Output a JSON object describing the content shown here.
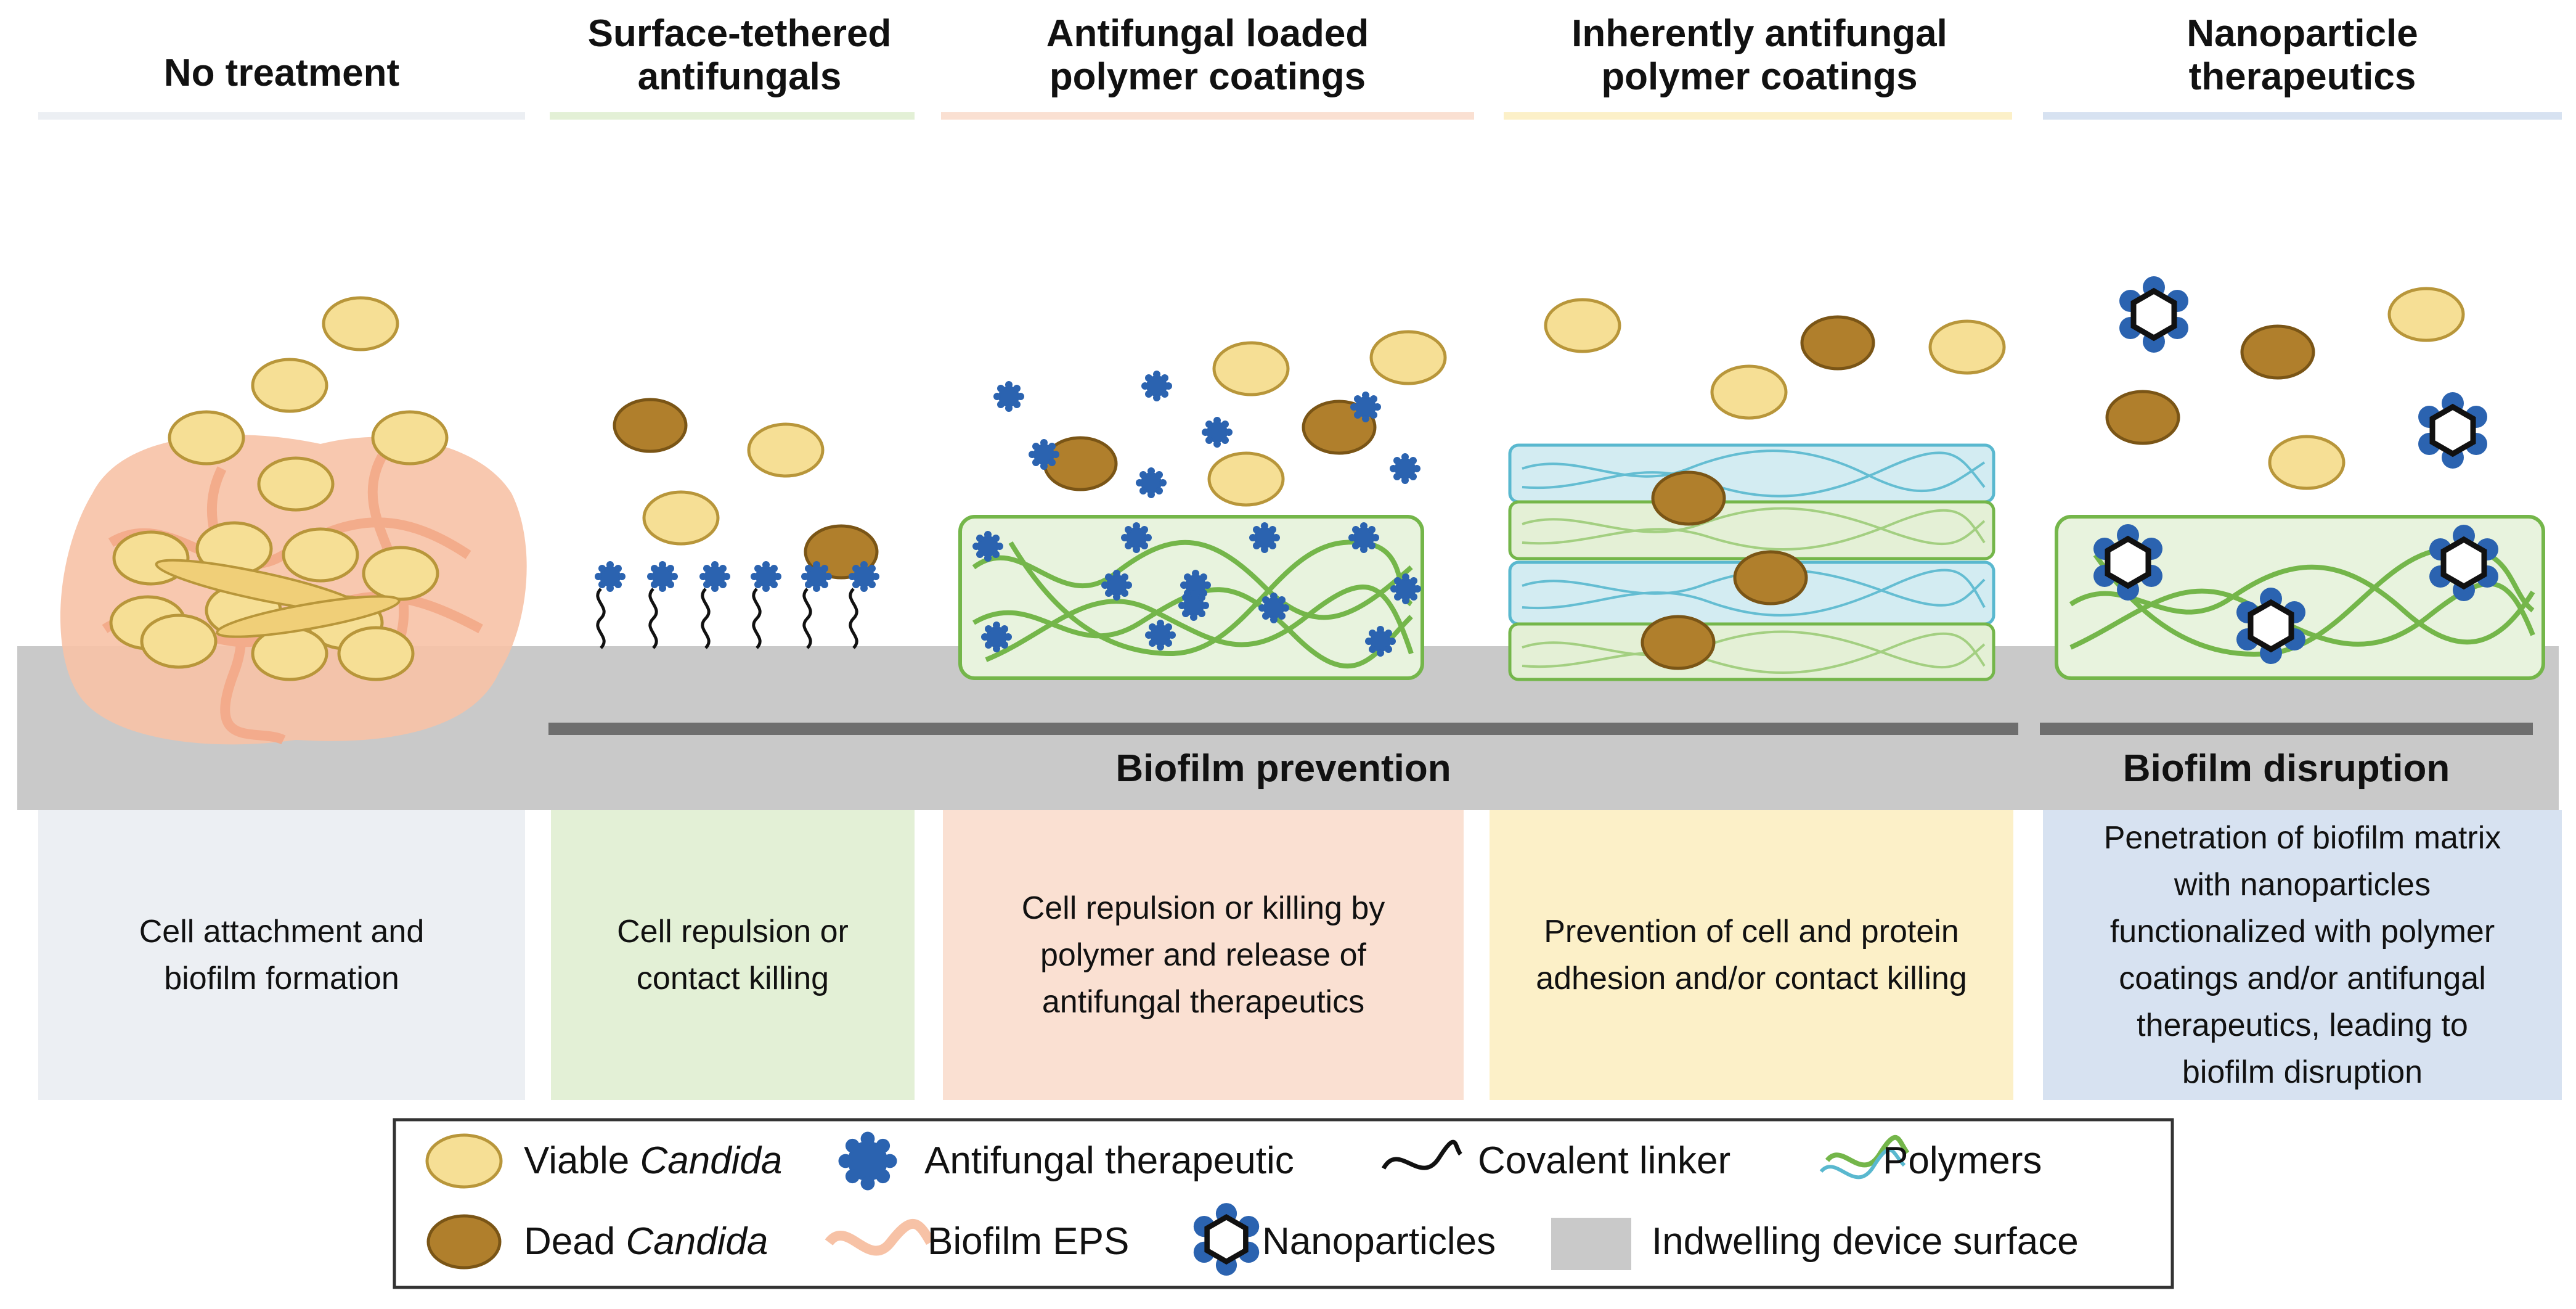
{
  "columns": [
    {
      "id": "none",
      "title_lines": [
        "No treatment"
      ],
      "description_lines": [
        "Cell attachment and",
        "biofilm formation"
      ],
      "color": "#eceff3"
    },
    {
      "id": "tethered",
      "title_lines": [
        "Surface-tethered",
        "antifungals"
      ],
      "description_lines": [
        "Cell repulsion or",
        "contact killing"
      ],
      "color": "#e3f0d6"
    },
    {
      "id": "loaded",
      "title_lines": [
        "Antifungal loaded",
        "polymer coatings"
      ],
      "description_lines": [
        "Cell repulsion or killing by",
        "polymer and release of",
        "antifungal therapeutics"
      ],
      "color": "#fae0d2"
    },
    {
      "id": "inherent",
      "title_lines": [
        "Inherently antifungal",
        "polymer coatings"
      ],
      "description_lines": [
        "Prevention of cell and protein",
        "adhesion and/or contact killing"
      ],
      "color": "#fcf0c8"
    },
    {
      "id": "nano",
      "title_lines": [
        "Nanoparticle",
        "therapeutics"
      ],
      "description_lines": [
        "Penetration of biofilm matrix",
        "with nanoparticles",
        "functionalized with polymer",
        "coatings and/or antifungal",
        "therapeutics, leading to",
        "biofilm disruption"
      ],
      "color": "#d7e2f1"
    }
  ],
  "groups": [
    {
      "id": "prevention",
      "label": "Biofilm prevention"
    },
    {
      "id": "disruption",
      "label": "Biofilm disruption"
    }
  ],
  "legend": {
    "viable": {
      "prefix": "Viable ",
      "italic": "Candida"
    },
    "dead": {
      "prefix": "Dead ",
      "italic": "Candida"
    },
    "therapeutic": "Antifungal therapeutic",
    "eps": "Biofilm EPS",
    "linker": "Covalent linker",
    "nanoparticles": "Nanoparticles",
    "polymers": "Polymers",
    "surface": "Indwelling device surface"
  },
  "colors": {
    "viable_fill": "#f6df95",
    "viable_stroke": "#b8963a",
    "dead_fill": "#b07f2c",
    "dead_stroke": "#7a5516",
    "therapeutic": "#2b63b0",
    "eps": "#f7c2a6",
    "polymer_green": "#74b64a",
    "polymer_blue": "#59b8cf",
    "surface": "#c9c9c9",
    "divider": "#6e6e6e"
  }
}
